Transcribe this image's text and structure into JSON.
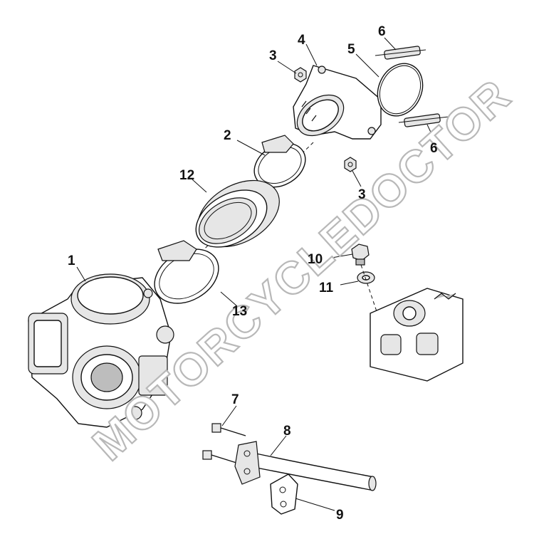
{
  "watermark": "MOTORCYCLEDOCTOR",
  "callouts": {
    "c1": "1",
    "c2": "2",
    "c3a": "3",
    "c3b": "3",
    "c4": "4",
    "c5": "5",
    "c6a": "6",
    "c6b": "6",
    "c7": "7",
    "c8": "8",
    "c9": "9",
    "c10": "10",
    "c11": "11",
    "c12": "12",
    "c13": "13"
  }
}
